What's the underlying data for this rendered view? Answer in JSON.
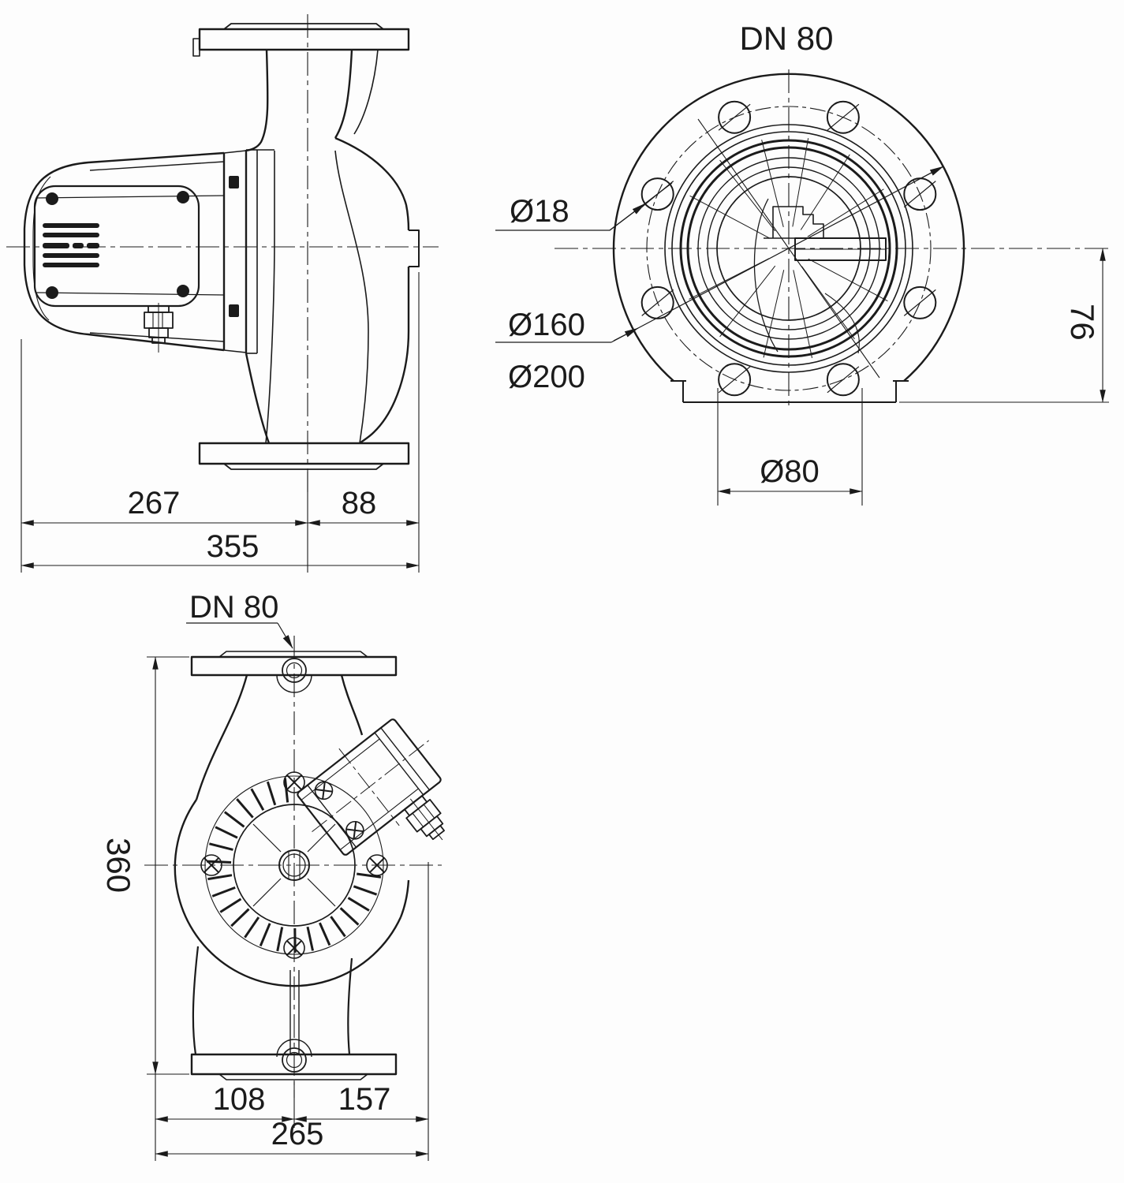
{
  "colors": {
    "line": "#1b1b1b",
    "background": "#fdfdfd"
  },
  "views": {
    "side": {
      "dim_267": "267",
      "dim_88": "88",
      "dim_355": "355"
    },
    "flange": {
      "title": "DN 80",
      "dia_18": "Ø18",
      "dia_160": "Ø160",
      "dia_200": "Ø200",
      "dia_80": "Ø80",
      "dim_76": "76"
    },
    "top": {
      "label": "DN 80",
      "dim_360": "360",
      "dim_108": "108",
      "dim_157": "157",
      "dim_265": "265"
    }
  }
}
